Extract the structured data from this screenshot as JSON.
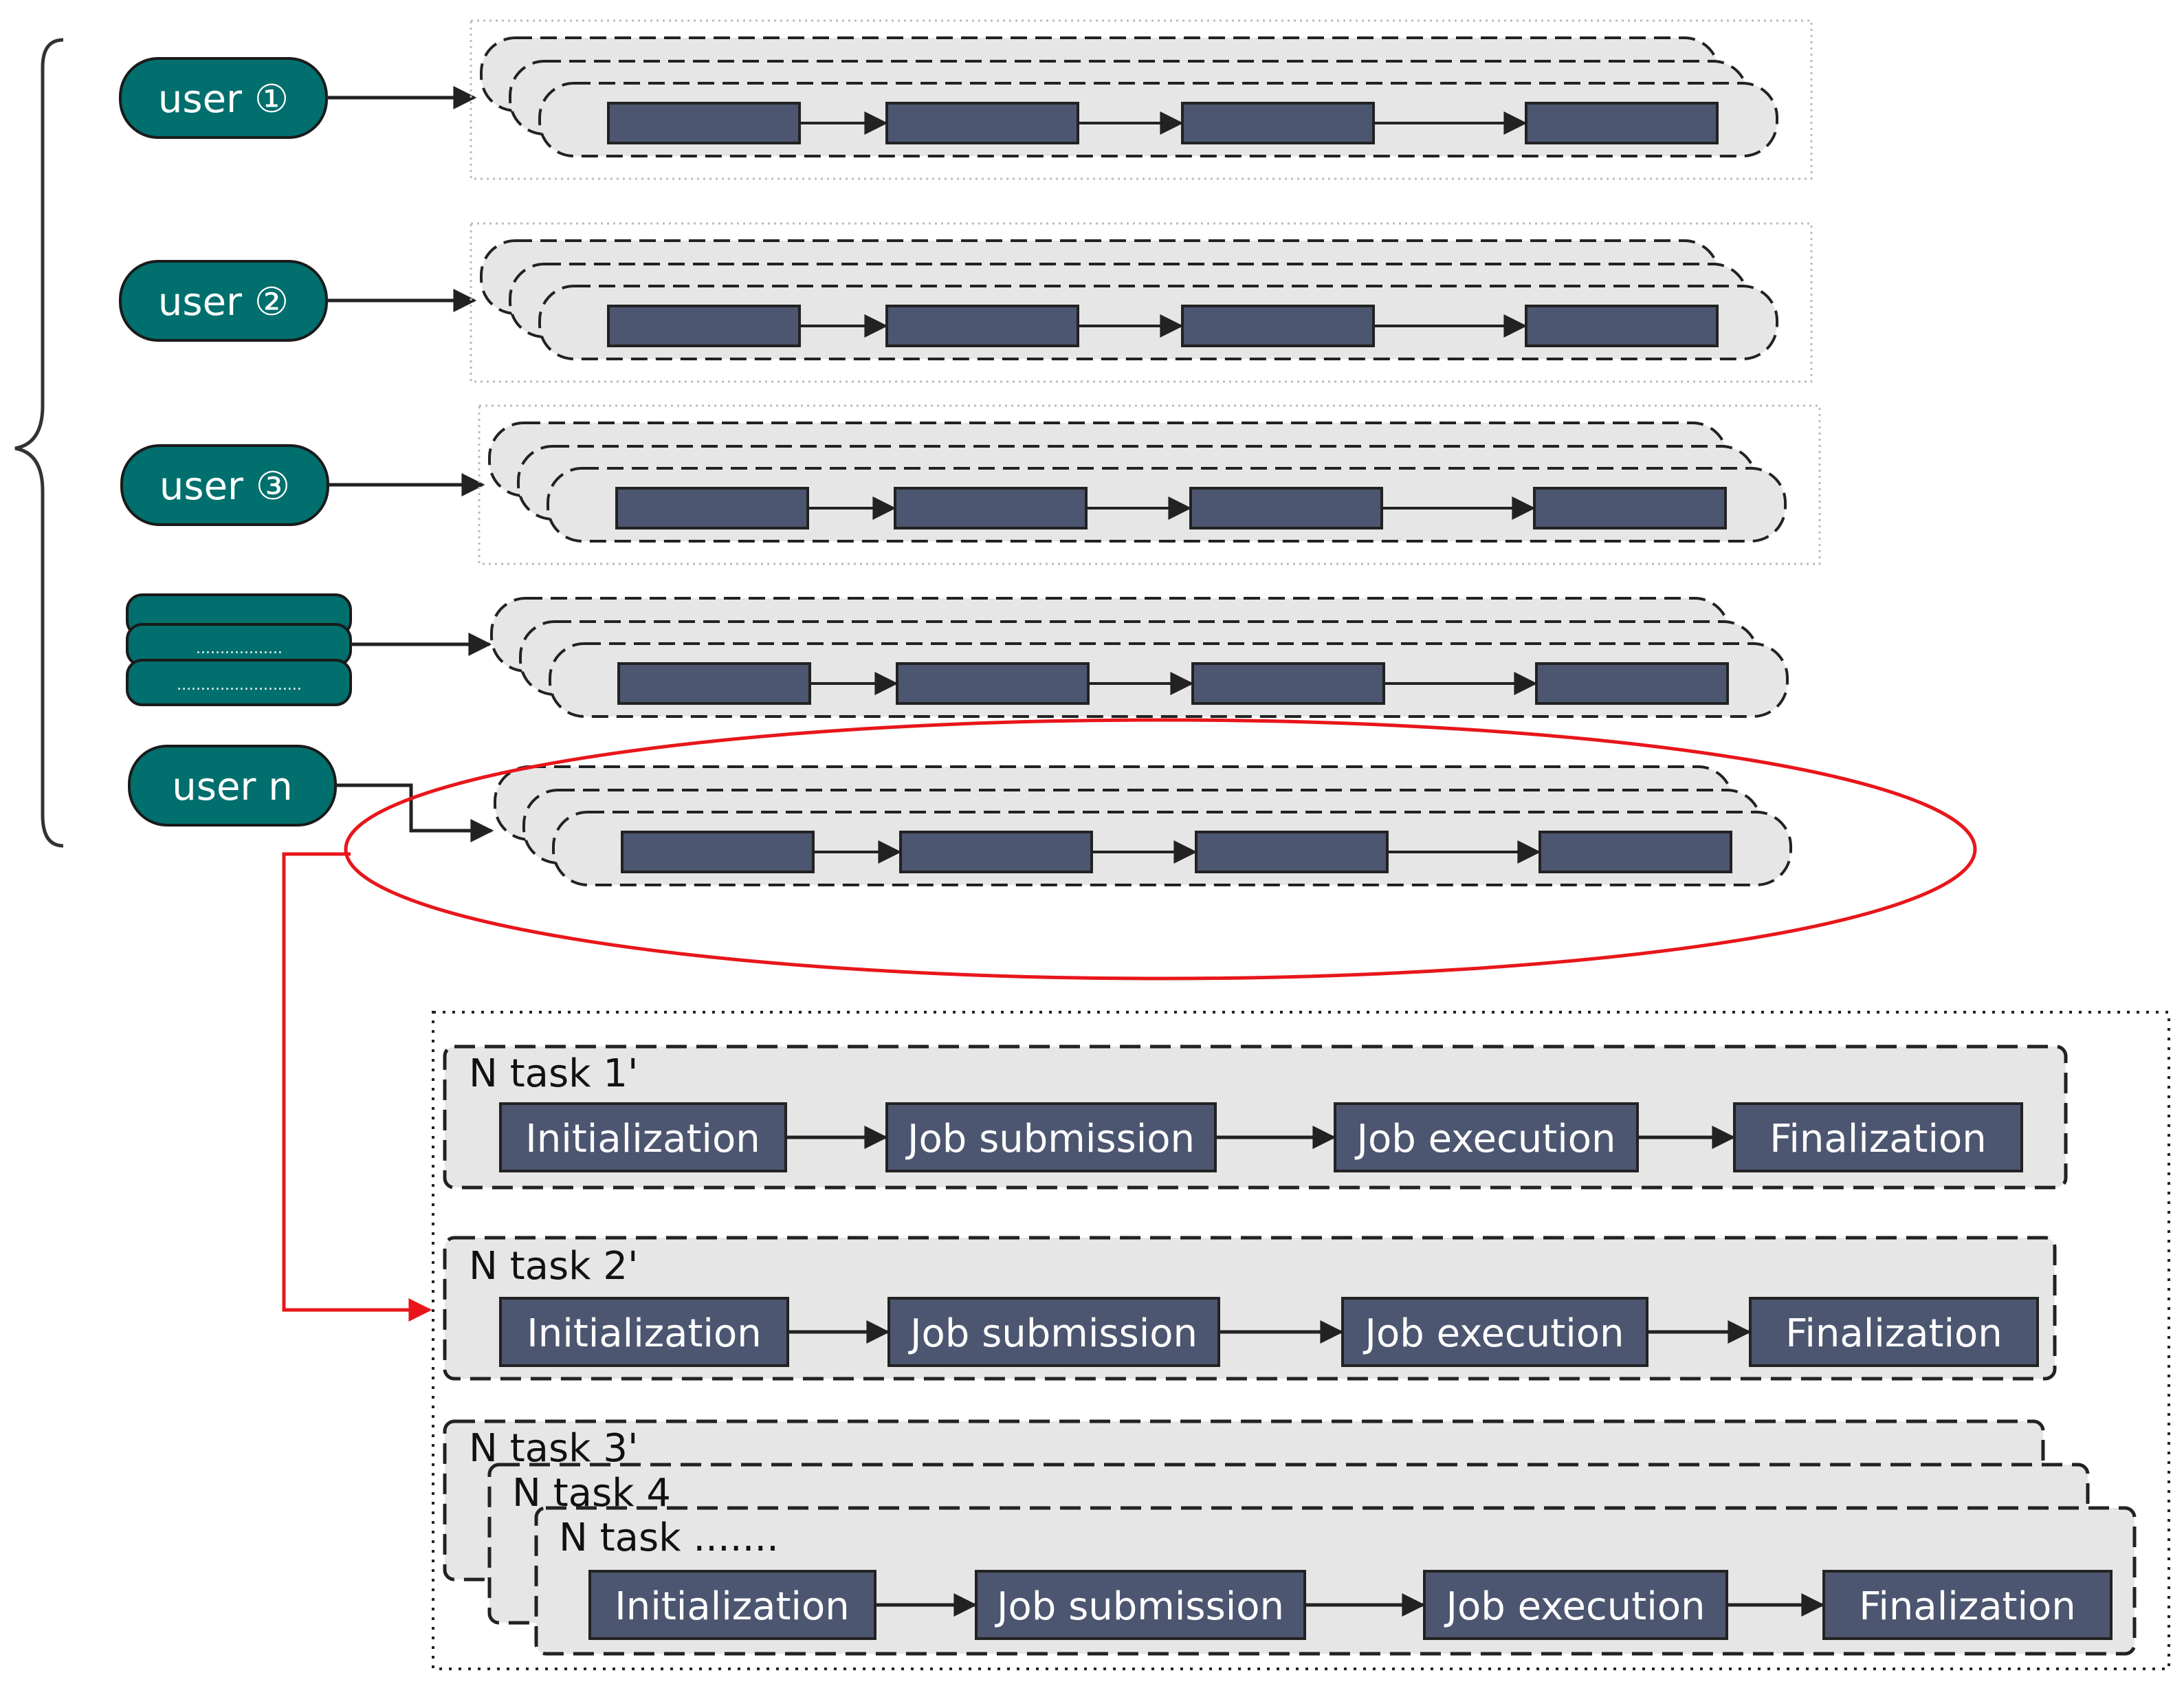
{
  "colors": {
    "user_fill": "#006f6d",
    "step_fill": "#4d5670",
    "lane_fill": "#e6e6e6",
    "highlight": "#e8161b",
    "line": "#222222"
  },
  "users": [
    {
      "label": "user ①"
    },
    {
      "label": "user ②"
    },
    {
      "label": "user ③"
    },
    {
      "label": "",
      "dots": [
        "..................",
        ".........................."
      ]
    },
    {
      "label": "user n"
    }
  ],
  "tasks": [
    {
      "title": "N task 1'",
      "steps": [
        "Initialization",
        "Job submission",
        "Job execution",
        "Finalization"
      ]
    },
    {
      "title": "N task 2'",
      "steps": [
        "Initialization",
        "Job submission",
        "Job execution",
        "Finalization"
      ]
    },
    {
      "stack_titles": [
        "N task 3'",
        "N task 4",
        "N task ......."
      ],
      "steps": [
        "Initialization",
        "Job submission",
        "Job execution",
        "Finalization"
      ]
    }
  ]
}
